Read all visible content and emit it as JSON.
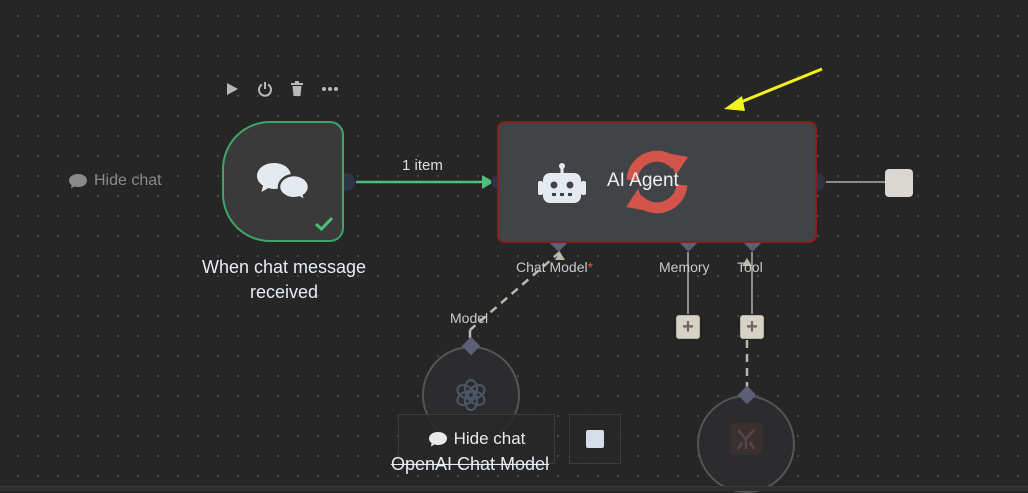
{
  "toolbar": {
    "run_icon": "play-icon",
    "deactivate_icon": "power-icon",
    "delete_icon": "trash-icon",
    "more_icon": "ellipsis-icon"
  },
  "canvas": {
    "hide_chat_label": "Hide chat",
    "connection_label": "1 item"
  },
  "trigger_node": {
    "title_line1": "When chat message",
    "title_line2": "received",
    "icon": "chat-bubbles-icon",
    "status_icon": "checkmark-icon"
  },
  "agent_node": {
    "title": "AI Agent",
    "icon": "robot-icon",
    "status_icon": "refresh-icon",
    "ports": {
      "chat_model": "Chat Model",
      "chat_model_required": "*",
      "memory": "Memory",
      "tool": "Tool"
    }
  },
  "model_node": {
    "port_label": "Model",
    "title": "OpenAI Chat Model",
    "icon": "openai-icon"
  },
  "tool_node": {
    "icon": "tool-icon"
  },
  "chat_panel": {
    "hide_chat_label": "Hide chat"
  },
  "colors": {
    "success": "#3ea46a",
    "error": "#8f1c1c",
    "arrow": "#f2f21c"
  }
}
